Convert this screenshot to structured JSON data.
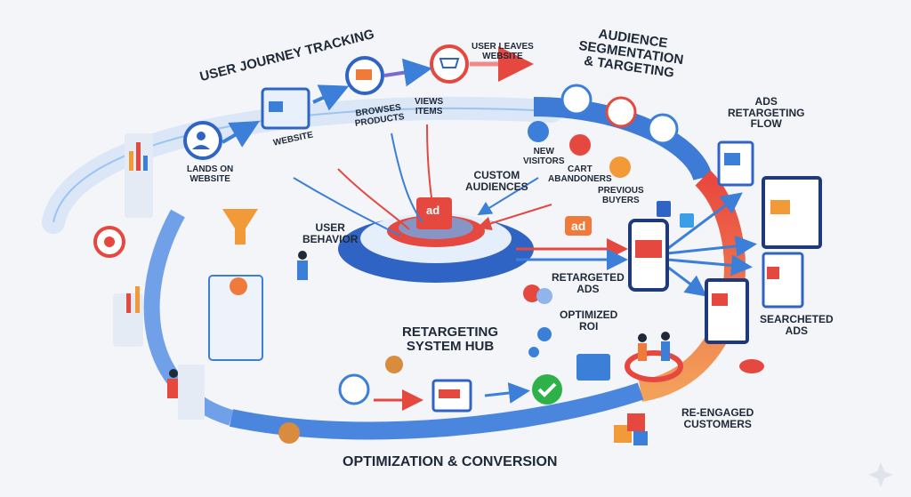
{
  "sections": {
    "user_journey": "USER JOURNEY TRACKING",
    "audience": [
      "AUDIENCE",
      "SEGMENTATION",
      "& TARGETING"
    ],
    "ads_flow": [
      "ADS",
      "RETARGETING",
      "FLOW"
    ],
    "hub": [
      "RETARGETING",
      "SYSTEM HUB"
    ],
    "optimization": "OPTIMIZATION & CONVERSION"
  },
  "journey_steps": [
    {
      "label": [
        "LANDS ON",
        "WEBSITE"
      ],
      "icon": "user-enter-icon"
    },
    {
      "label": [
        "WEBSITE"
      ],
      "icon": "browser-window-icon"
    },
    {
      "label": [
        "BROWSES",
        "PRODUCTS"
      ],
      "icon": "browse-click-icon"
    },
    {
      "label": [
        "VIEWS",
        "ITEMS"
      ],
      "icon": "cart-icon"
    },
    {
      "label": [
        "USER LEAVES",
        "WEBSITE"
      ],
      "icon": "exit-arrow-icon"
    }
  ],
  "segments": [
    {
      "label": [
        "NEW",
        "VISITORS"
      ],
      "color": "#3b7fd9"
    },
    {
      "label": [
        "CART",
        "ABANDONERS"
      ],
      "color": "#e5483f"
    },
    {
      "label": [
        "PREVIOUS",
        "BUYERS"
      ],
      "color": "#f29a38"
    }
  ],
  "labels": {
    "custom_audiences": [
      "CUSTOM",
      "AUDIENCES"
    ],
    "user_behavior": [
      "USER",
      "BEHAVIOR"
    ],
    "retargeted_ads": [
      "RETARGETED",
      "ADS"
    ],
    "optimized_roi": [
      "OPTIMIZED",
      "ROI"
    ],
    "searched_ads": [
      "SEARCHETED",
      "ADS"
    ],
    "re_engaged": [
      "RE-ENGAGED",
      "CUSTOMERS"
    ],
    "ad_badge": "ad",
    "hub_ad": "ad"
  },
  "colors": {
    "blue": "#3b7fd9",
    "red": "#e5483f",
    "orange": "#f29a38",
    "track": "#dbe6f7",
    "green": "#2fb14a"
  }
}
